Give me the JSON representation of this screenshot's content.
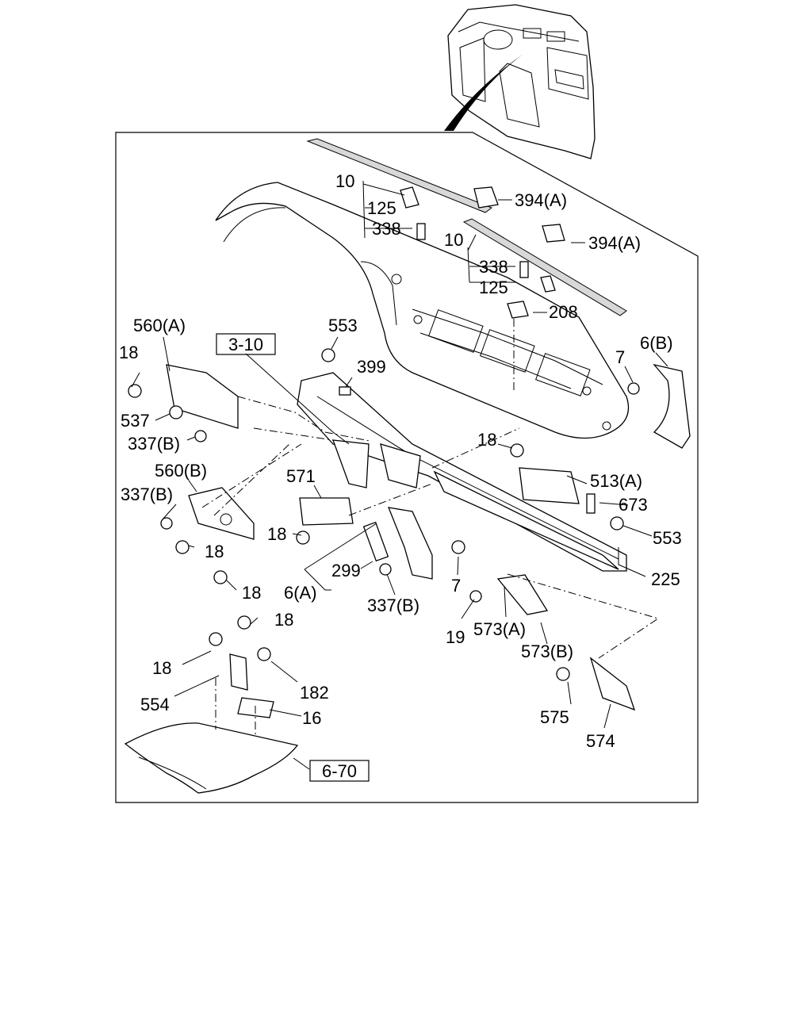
{
  "diagram": {
    "reference_boxes": [
      "3-10",
      "6-70"
    ],
    "callouts": [
      {
        "id": "c10a",
        "text": "10"
      },
      {
        "id": "c125a",
        "text": "125"
      },
      {
        "id": "c338a",
        "text": "338"
      },
      {
        "id": "c394a1",
        "text": "394(A)"
      },
      {
        "id": "c394a2",
        "text": "394(A)"
      },
      {
        "id": "c10b",
        "text": "10"
      },
      {
        "id": "c338b",
        "text": "338"
      },
      {
        "id": "c125b",
        "text": "125"
      },
      {
        "id": "c208",
        "text": "208"
      },
      {
        "id": "c560a",
        "text": "560(A)"
      },
      {
        "id": "c553a",
        "text": "553"
      },
      {
        "id": "c18a",
        "text": "18"
      },
      {
        "id": "c399",
        "text": "399"
      },
      {
        "id": "c7a",
        "text": "7"
      },
      {
        "id": "c6b",
        "text": "6(B)"
      },
      {
        "id": "c537",
        "text": "537"
      },
      {
        "id": "c337b1",
        "text": "337(B)"
      },
      {
        "id": "c18b",
        "text": "18"
      },
      {
        "id": "c560b",
        "text": "560(B)"
      },
      {
        "id": "c571",
        "text": "571"
      },
      {
        "id": "c513a",
        "text": "513(A)"
      },
      {
        "id": "c337b2",
        "text": "337(B)"
      },
      {
        "id": "c673",
        "text": "673"
      },
      {
        "id": "c18c",
        "text": "18"
      },
      {
        "id": "c553b",
        "text": "553"
      },
      {
        "id": "c18d",
        "text": "18"
      },
      {
        "id": "c299",
        "text": "299"
      },
      {
        "id": "c225",
        "text": "225"
      },
      {
        "id": "c18e",
        "text": "18"
      },
      {
        "id": "c6a",
        "text": "6(A)"
      },
      {
        "id": "c7b",
        "text": "7"
      },
      {
        "id": "c337b3",
        "text": "337(B)"
      },
      {
        "id": "c19",
        "text": "19"
      },
      {
        "id": "c573a",
        "text": "573(A)"
      },
      {
        "id": "c18f",
        "text": "18"
      },
      {
        "id": "c573b",
        "text": "573(B)"
      },
      {
        "id": "c18g",
        "text": "18"
      },
      {
        "id": "c182",
        "text": "182"
      },
      {
        "id": "c554",
        "text": "554"
      },
      {
        "id": "c16",
        "text": "16"
      },
      {
        "id": "c575",
        "text": "575"
      },
      {
        "id": "c574",
        "text": "574"
      }
    ]
  }
}
